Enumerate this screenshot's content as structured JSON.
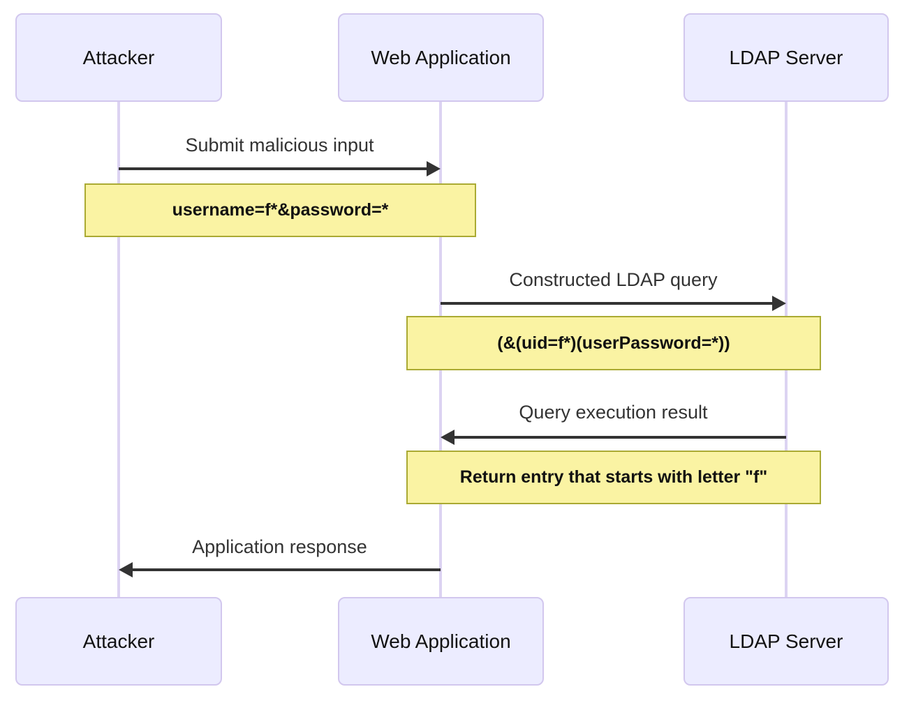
{
  "diagram": {
    "type": "sequence",
    "actors": [
      {
        "id": "attacker",
        "label": "Attacker"
      },
      {
        "id": "web-application",
        "label": "Web Application"
      },
      {
        "id": "ldap-server",
        "label": "LDAP Server"
      }
    ],
    "messages": [
      {
        "label": "Submit malicious input",
        "from": "Attacker",
        "to": "Web Application",
        "direction": "right"
      },
      {
        "label": "Constructed LDAP query",
        "from": "Web Application",
        "to": "LDAP Server",
        "direction": "right"
      },
      {
        "label": "Query execution result",
        "from": "LDAP Server",
        "to": "Web Application",
        "direction": "left"
      },
      {
        "label": "Application response",
        "from": "Web Application",
        "to": "Attacker",
        "direction": "left"
      }
    ],
    "notes": [
      {
        "text": "username=f*&password=*",
        "over": "Attacker, Web Application"
      },
      {
        "text": "(&(uid=f*)(userPassword=*))",
        "over": "Web Application, LDAP Server"
      },
      {
        "text": "Return entry that starts with letter \"f\"",
        "over": "Web Application, LDAP Server"
      }
    ],
    "colors": {
      "actor_fill": "#ECECFF",
      "actor_border": "#D2C7EE",
      "actor_text": "#111111",
      "lifeline": "#DCD3F2",
      "note_fill": "#FAF3A3",
      "note_border": "#AAAA33",
      "note_text": "#111111",
      "message_text": "#333333",
      "arrow": "#333333"
    }
  }
}
